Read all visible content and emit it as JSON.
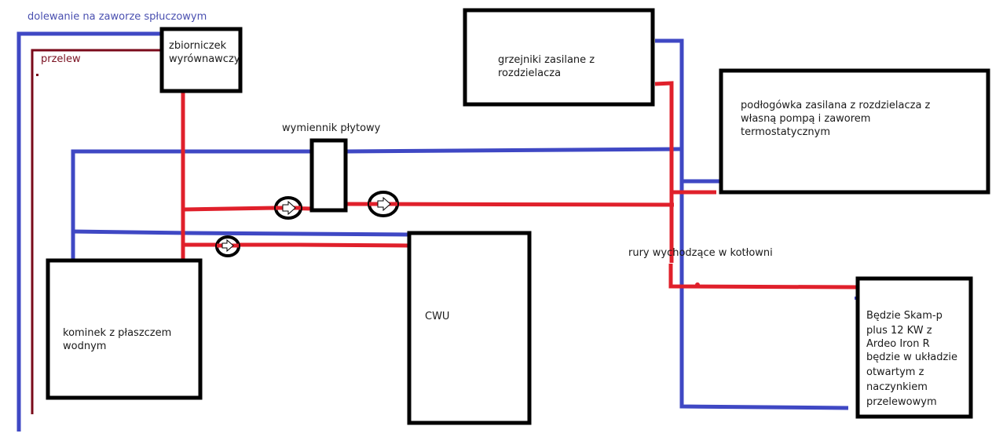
{
  "diagram": {
    "title": "Schemat instalacji grzewczej (kominek z płaszczem wodnym, CWU, kocioł)",
    "colors": {
      "hot_pipe": "#e0202b",
      "cold_pipe": "#3f48c4",
      "overflow_pipe": "#7a0a1a",
      "box_border": "#000000",
      "fill_label_blue": "#4a50b0",
      "overflow_label": "#7a1020"
    },
    "labels": {
      "fill_line": "dolewanie na zaworze spłuczowym",
      "overflow": "przelew",
      "heat_exchanger": "wymiennik płytowy",
      "boiler_room_pipes": "rury wychodzące w kotłowni"
    },
    "components": {
      "expansion_tank": {
        "lines": [
          "zbiorniczek",
          "wyrównawczy"
        ]
      },
      "radiators": {
        "lines": [
          "grzejniki zasilane z",
          "rozdzielacza"
        ]
      },
      "underfloor": {
        "lines": [
          "podłogówka zasilana z rozdzielacza z",
          "własną pompą i zaworem",
          "termostatycznym"
        ]
      },
      "fireplace": {
        "lines": [
          "kominek z płaszczem",
          "wodnym"
        ]
      },
      "dhw_tank": {
        "lines": [
          "CWU"
        ]
      },
      "boiler": {
        "lines": [
          "Będzie Skam-p",
          "plus 12 KW z",
          "Ardeo Iron R",
          "będzie w układzie",
          "otwartym z",
          "naczynkiem",
          "przelewowym"
        ]
      }
    },
    "pumps": [
      {
        "id": "pump-exchanger-primary",
        "icon": "arrow-right-icon"
      },
      {
        "id": "pump-exchanger-secondary",
        "icon": "arrow-right-icon"
      },
      {
        "id": "pump-cwu",
        "icon": "arrow-right-icon"
      }
    ]
  }
}
